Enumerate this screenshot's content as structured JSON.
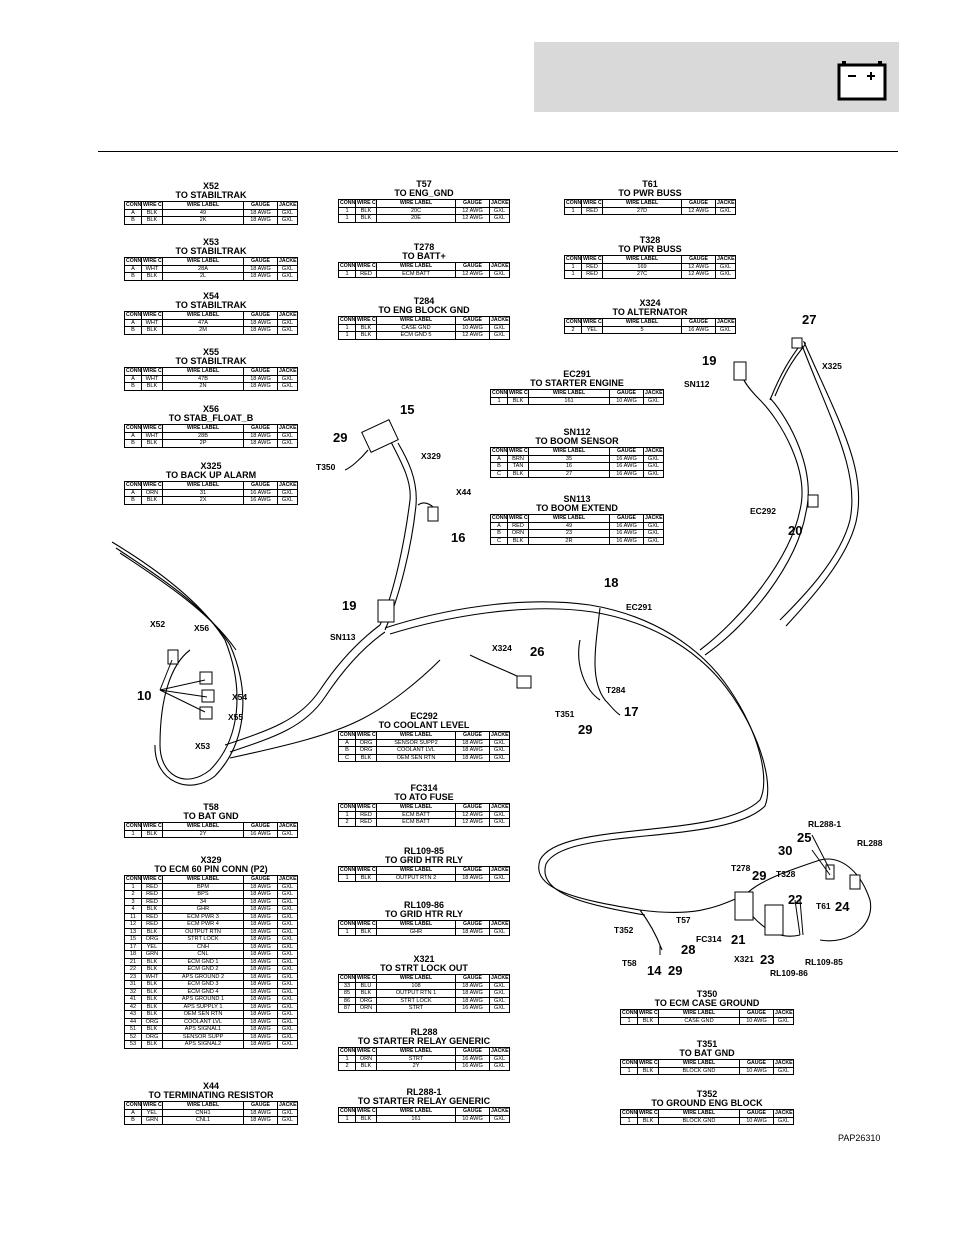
{
  "figure_id": "PAP26310",
  "table_headers": {
    "pos": "CONN POS",
    "color": "WIRE COLOR",
    "label": "WIRE LABEL",
    "gauge": "GAUGE",
    "jacket": "JACKET"
  },
  "tables": {
    "x52": {
      "id": "X52",
      "dest": "TO STABILTRAK",
      "rows": [
        [
          "A",
          "BLK",
          "49",
          "18 AWG",
          "GXL"
        ],
        [
          "B",
          "BLK",
          "2K",
          "18 AWG",
          "GXL"
        ]
      ]
    },
    "x53": {
      "id": "X53",
      "dest": "TO STABILTRAK",
      "rows": [
        [
          "A",
          "WHT",
          "28A",
          "18 AWG",
          "GXL"
        ],
        [
          "B",
          "BLK",
          "2L",
          "18 AWG",
          "GXL"
        ]
      ]
    },
    "x54": {
      "id": "X54",
      "dest": "TO STABILTRAK",
      "rows": [
        [
          "A",
          "WHT",
          "47A",
          "18 AWG",
          "GXL"
        ],
        [
          "B",
          "BLK",
          "2M",
          "18 AWG",
          "GXL"
        ]
      ]
    },
    "x55": {
      "id": "X55",
      "dest": "TO STABILTRAK",
      "rows": [
        [
          "A",
          "WHT",
          "47B",
          "18 AWG",
          "GXL"
        ],
        [
          "B",
          "BLK",
          "2N",
          "18 AWG",
          "GXL"
        ]
      ]
    },
    "x56": {
      "id": "X56",
      "dest": "TO STAB_FLOAT_B",
      "rows": [
        [
          "A",
          "WHT",
          "28B",
          "18 AWG",
          "GXL"
        ],
        [
          "B",
          "BLK",
          "2P",
          "18 AWG",
          "GXL"
        ]
      ]
    },
    "x325": {
      "id": "X325",
      "dest": "TO BACK UP ALARM",
      "rows": [
        [
          "A",
          "ORN",
          "31",
          "16 AWG",
          "GXL"
        ],
        [
          "B",
          "BLK",
          "2X",
          "16 AWG",
          "GXL"
        ]
      ]
    },
    "t58": {
      "id": "T58",
      "dest": "TO BAT GND",
      "rows": [
        [
          "1",
          "BLK",
          "2Y",
          "16 AWG",
          "GXL"
        ]
      ]
    },
    "x329": {
      "id": "X329",
      "dest": "TO ECM 60 PIN CONN (P2)",
      "rows": [
        [
          "1",
          "RED",
          "BPM",
          "18 AWG",
          "GXL"
        ],
        [
          "2",
          "RED",
          "BPS",
          "18 AWG",
          "GXL"
        ],
        [
          "3",
          "RED",
          "34",
          "18 AWG",
          "GXL"
        ],
        [
          "4",
          "BLK",
          "GHR",
          "18 AWG",
          "GXL"
        ],
        [
          "11",
          "RED",
          "ECM PWR 3",
          "18 AWG",
          "GXL"
        ],
        [
          "12",
          "RED",
          "ECM PWR 4",
          "18 AWG",
          "GXL"
        ],
        [
          "13",
          "BLK",
          "OUTPUT RTN",
          "18 AWG",
          "GXL"
        ],
        [
          "15",
          "ORG",
          "STRT LOCK",
          "18 AWG",
          "GXL"
        ],
        [
          "17",
          "YEL",
          "CNH",
          "18 AWG",
          "GXL"
        ],
        [
          "18",
          "GRN",
          "CNL",
          "18 AWG",
          "GXL"
        ],
        [
          "21",
          "BLK",
          "ECM GND 1",
          "18 AWG",
          "GXL"
        ],
        [
          "22",
          "BLK",
          "ECM GND 2",
          "18 AWG",
          "GXL"
        ],
        [
          "23",
          "WHT",
          "APS GROUND 2",
          "18 AWG",
          "GXL"
        ],
        [
          "31",
          "BLK",
          "ECM GND 3",
          "18 AWG",
          "GXL"
        ],
        [
          "32",
          "BLK",
          "ECM GND 4",
          "18 AWG",
          "GXL"
        ],
        [
          "41",
          "BLK",
          "APS GROUND 1",
          "18 AWG",
          "GXL"
        ],
        [
          "42",
          "BLK",
          "APS SUPPLY 1",
          "18 AWG",
          "GXL"
        ],
        [
          "43",
          "BLK",
          "OEM SEN RTN",
          "18 AWG",
          "GXL"
        ],
        [
          "44",
          "ORG",
          "COOLANT LVL",
          "18 AWG",
          "GXL"
        ],
        [
          "51",
          "BLK",
          "APS SIGNAL1",
          "18 AWG",
          "GXL"
        ],
        [
          "52",
          "ORG",
          "SENSOR SUPP",
          "18 AWG",
          "GXL"
        ],
        [
          "53",
          "BLK",
          "APS SIGNAL2",
          "18 AWG",
          "GXL"
        ]
      ]
    },
    "x44": {
      "id": "X44",
      "dest": "TO TERMINATING RESISTOR",
      "rows": [
        [
          "A",
          "YEL",
          "CNH1",
          "18 AWG",
          "GXL"
        ],
        [
          "B",
          "GRN",
          "CNL1",
          "18 AWG",
          "GXL"
        ]
      ]
    },
    "t57": {
      "id": "T57",
      "dest": "TO ENG_GND",
      "rows": [
        [
          "1",
          "BLK",
          "20C",
          "12 AWG",
          "GXL"
        ],
        [
          "1",
          "BLK",
          "20E",
          "12 AWG",
          "GXL"
        ]
      ]
    },
    "t278": {
      "id": "T278",
      "dest": "TO BATT+",
      "rows": [
        [
          "1",
          "RED",
          "ECM BATT",
          "12 AWG",
          "GXL"
        ]
      ]
    },
    "t284": {
      "id": "T284",
      "dest": "TO ENG BLOCK GND",
      "rows": [
        [
          "1",
          "BLK",
          "CASE GND",
          "10 AWG",
          "GXL"
        ],
        [
          "1",
          "BLK",
          "ECM GND 5",
          "12 AWG",
          "GXL"
        ]
      ]
    },
    "ec292": {
      "id": "EC292",
      "dest": "TO COOLANT LEVEL",
      "rows": [
        [
          "A",
          "ORG",
          "SENSOR SUPP2",
          "18 AWG",
          "GXL"
        ],
        [
          "B",
          "ORG",
          "COOLANT LVL",
          "18 AWG",
          "GXL"
        ],
        [
          "C",
          "BLK",
          "OEM SEN RTN",
          "18 AWG",
          "GXL"
        ]
      ]
    },
    "fc314": {
      "id": "FC314",
      "dest": "TO ATO FUSE",
      "rows": [
        [
          "1",
          "RED",
          "ECM BATT",
          "12 AWG",
          "GXL"
        ],
        [
          "2",
          "RED",
          "ECM BATT",
          "12 AWG",
          "GXL"
        ]
      ]
    },
    "rl109_85": {
      "id": "RL109-85",
      "dest": "TO GRID HTR RLY",
      "rows": [
        [
          "1",
          "BLK",
          "OUTPUT RTN 2",
          "18 AWG",
          "GXL"
        ]
      ]
    },
    "rl109_86": {
      "id": "RL109-86",
      "dest": "TO GRID HTR RLY",
      "rows": [
        [
          "1",
          "BLK",
          "GHR",
          "18 AWG",
          "GXL"
        ]
      ]
    },
    "x321": {
      "id": "X321",
      "dest": "TO STRT LOCK OUT",
      "rows": [
        [
          "33",
          "BLU",
          "108",
          "18 AWG",
          "GXL"
        ],
        [
          "85",
          "BLK",
          "OUTPUT RTN 1",
          "18 AWG",
          "GXL"
        ],
        [
          "86",
          "ORG",
          "STRT LOCK",
          "18 AWG",
          "GXL"
        ],
        [
          "87",
          "ORN",
          "STRT",
          "16 AWG",
          "GXL"
        ]
      ]
    },
    "rl288": {
      "id": "RL288",
      "dest": "TO STARTER RELAY GENERIC",
      "rows": [
        [
          "1",
          "ORN",
          "STRT",
          "16 AWG",
          "GXL"
        ],
        [
          "2",
          "BLK",
          "2Y",
          "16 AWG",
          "GXL"
        ]
      ]
    },
    "rl288_1": {
      "id": "RL288-1",
      "dest": "TO STARTER RELAY GENERIC",
      "rows": [
        [
          "1",
          "BLK",
          "161",
          "10 AWG",
          "GXL"
        ]
      ]
    },
    "t61": {
      "id": "T61",
      "dest": "TO PWR BUSS",
      "rows": [
        [
          "1",
          "RED",
          "27D",
          "12 AWG",
          "GXL"
        ]
      ]
    },
    "t328": {
      "id": "T328",
      "dest": "TO PWR BUSS",
      "rows": [
        [
          "1",
          "RED",
          "169",
          "12 AWG",
          "GXL"
        ],
        [
          "1",
          "RED",
          "27C",
          "12 AWG",
          "GXL"
        ]
      ]
    },
    "x324": {
      "id": "X324",
      "dest": "TO ALTERNATOR",
      "rows": [
        [
          "2",
          "YEL",
          "5",
          "16 AWG",
          "GXL"
        ]
      ]
    },
    "ec291": {
      "id": "EC291",
      "dest": "TO STARTER ENGINE",
      "rows": [
        [
          "1",
          "BLK",
          "161",
          "10 AWG",
          "GXL"
        ]
      ]
    },
    "sn112": {
      "id": "SN112",
      "dest": "TO BOOM SENSOR",
      "rows": [
        [
          "A",
          "BRN",
          "35",
          "16 AWG",
          "GXL"
        ],
        [
          "B",
          "TAN",
          "16",
          "16 AWG",
          "GXL"
        ],
        [
          "C",
          "BLK",
          "27",
          "16 AWG",
          "GXL"
        ]
      ]
    },
    "sn113": {
      "id": "SN113",
      "dest": "TO BOOM EXTEND",
      "rows": [
        [
          "A",
          "RED",
          "49",
          "16 AWG",
          "GXL"
        ],
        [
          "B",
          "ORN",
          "23",
          "16 AWG",
          "GXL"
        ],
        [
          "C",
          "BLK",
          "2R",
          "16 AWG",
          "GXL"
        ]
      ]
    },
    "t350": {
      "id": "T350",
      "dest": "TO ECM CASE GROUND",
      "rows": [
        [
          "1",
          "BLK",
          "CASE GND",
          "10 AWG",
          "GXL"
        ]
      ]
    },
    "t351": {
      "id": "T351",
      "dest": "TO BAT GND",
      "rows": [
        [
          "1",
          "BLK",
          "BLOCK GND",
          "10 AWG",
          "GXL"
        ]
      ]
    },
    "t352": {
      "id": "T352",
      "dest": "TO GROUND ENG BLOCK",
      "rows": [
        [
          "1",
          "BLK",
          "BLOCK GND",
          "10 AWG",
          "GXL"
        ]
      ]
    }
  },
  "callouts": {
    "n15": "15",
    "n29a": "29",
    "n16": "16",
    "n27": "27",
    "n19a": "19",
    "n20": "20",
    "n18": "18",
    "n19b": "19",
    "n26": "26",
    "n10": "10",
    "n17": "17",
    "n29b": "29",
    "n25": "25",
    "n30": "30",
    "n29c": "29",
    "n24": "24",
    "n22": "22",
    "n21": "21",
    "n23": "23",
    "n28": "28",
    "n14": "14",
    "n29d": "29"
  },
  "labels": {
    "t350": "T350",
    "x329": "X329",
    "x44": "X44",
    "sn112": "SN112",
    "x325": "X325",
    "ec292": "EC292",
    "ec291": "EC291",
    "sn113": "SN113",
    "x52": "X52",
    "x56": "X56",
    "x54": "X54",
    "x55": "X55",
    "x53": "X53",
    "x324": "X324",
    "t284": "T284",
    "t351": "T351",
    "rl288_1": "RL288-1",
    "rl288": "RL288",
    "t278": "T278",
    "t328": "T328",
    "t61": "T61",
    "t57": "T57",
    "t352": "T352",
    "fc314": "FC314",
    "x321": "X321",
    "rl109_85": "RL109-85",
    "rl109_86": "RL109-86",
    "t58": "T58"
  }
}
